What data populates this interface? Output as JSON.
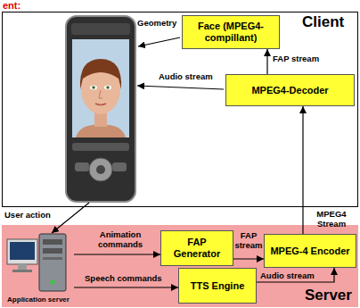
{
  "diagram": {
    "nodes": [
      {
        "text": [
          "Client"
        ]
      },
      {
        "text": [
          "Face (MPEG4- compillant)"
        ],
        "in": 0
      },
      {
        "text": [
          "MPEG4-Decoder"
        ],
        "in": 0
      },
      {
        "text": [
          "Server"
        ]
      },
      {
        "text": [
          "FAP Generator"
        ],
        "in": 3
      },
      {
        "text": [
          "MPEG-4 Encoder"
        ],
        "in": 3
      },
      {
        "text": [
          "TTS Engine"
        ],
        "in": 3
      },
      {
        "text": [
          "Application server"
        ],
        "in": 3
      }
    ],
    "edges": [
      {
        "from": 2,
        "to": 1,
        "label": "FAP stream",
        "arrow": "to"
      },
      {
        "from": 5,
        "to": 2,
        "label": "MPEG4 Stream",
        "arrow": "to"
      },
      {
        "from": 7,
        "to": 4,
        "label": "Animation commands",
        "arrow": "to"
      },
      {
        "from": 7,
        "to": 6,
        "label": "Speech commands",
        "arrow": "to"
      },
      {
        "from": 4,
        "to": 5,
        "label": "FAP stream",
        "arrow": "to"
      },
      {
        "from": 6,
        "to": 5,
        "label": "Audio stream",
        "arrow": "to"
      }
    ],
    "labels": [
      "ent:",
      "Geometry",
      "Audio stream",
      "User action"
    ]
  }
}
